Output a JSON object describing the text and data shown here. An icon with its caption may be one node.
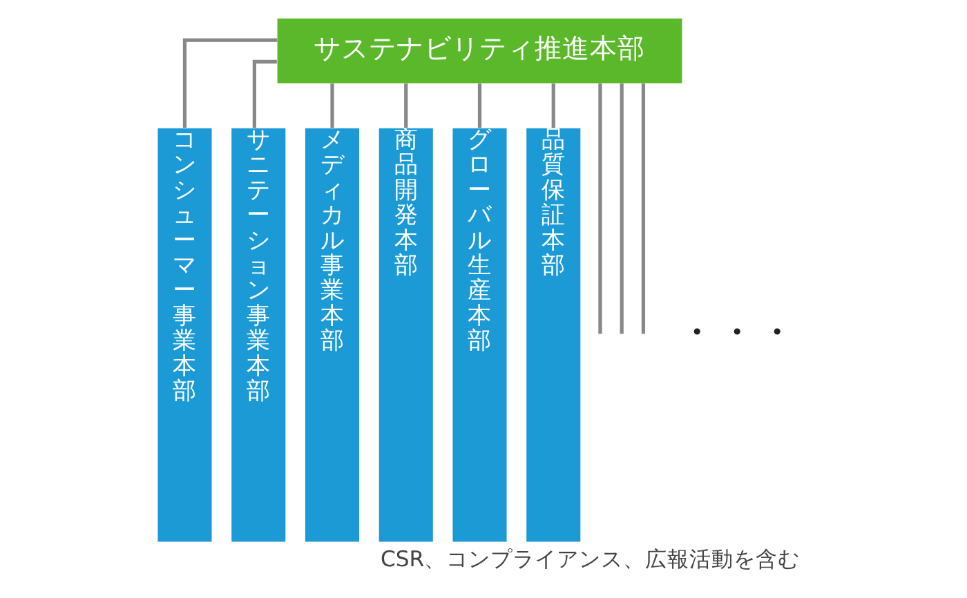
{
  "diagram": {
    "caption": "CSR、コンプライアンス、広報活動を含む",
    "nodes": [
      {
        "text": [
          "サステナビリティ推進本部"
        ]
      },
      {
        "text": [
          "コンシューマー事業本部"
        ]
      },
      {
        "text": [
          "サニテーション事業本部"
        ]
      },
      {
        "text": [
          "メディカル事業本部"
        ]
      },
      {
        "text": [
          "商品開発本部"
        ]
      },
      {
        "text": [
          "グローバル生産本部"
        ]
      },
      {
        "text": [
          "品質保証本部"
        ]
      }
    ],
    "edges": [
      {
        "from": 0,
        "to": 1,
        "arrow": "none"
      },
      {
        "from": 0,
        "to": 2,
        "arrow": "none"
      },
      {
        "from": 0,
        "to": 3,
        "arrow": "none"
      },
      {
        "from": 0,
        "to": 4,
        "arrow": "none"
      },
      {
        "from": 0,
        "to": 5,
        "arrow": "none"
      },
      {
        "from": 0,
        "to": 6,
        "arrow": "none"
      },
      {
        "from": 0,
        "to": null,
        "arrow": "none"
      },
      {
        "from": 0,
        "to": null,
        "arrow": "none"
      },
      {
        "from": 0,
        "to": null,
        "arrow": "none"
      }
    ],
    "labels": [
      "・・・"
    ]
  }
}
